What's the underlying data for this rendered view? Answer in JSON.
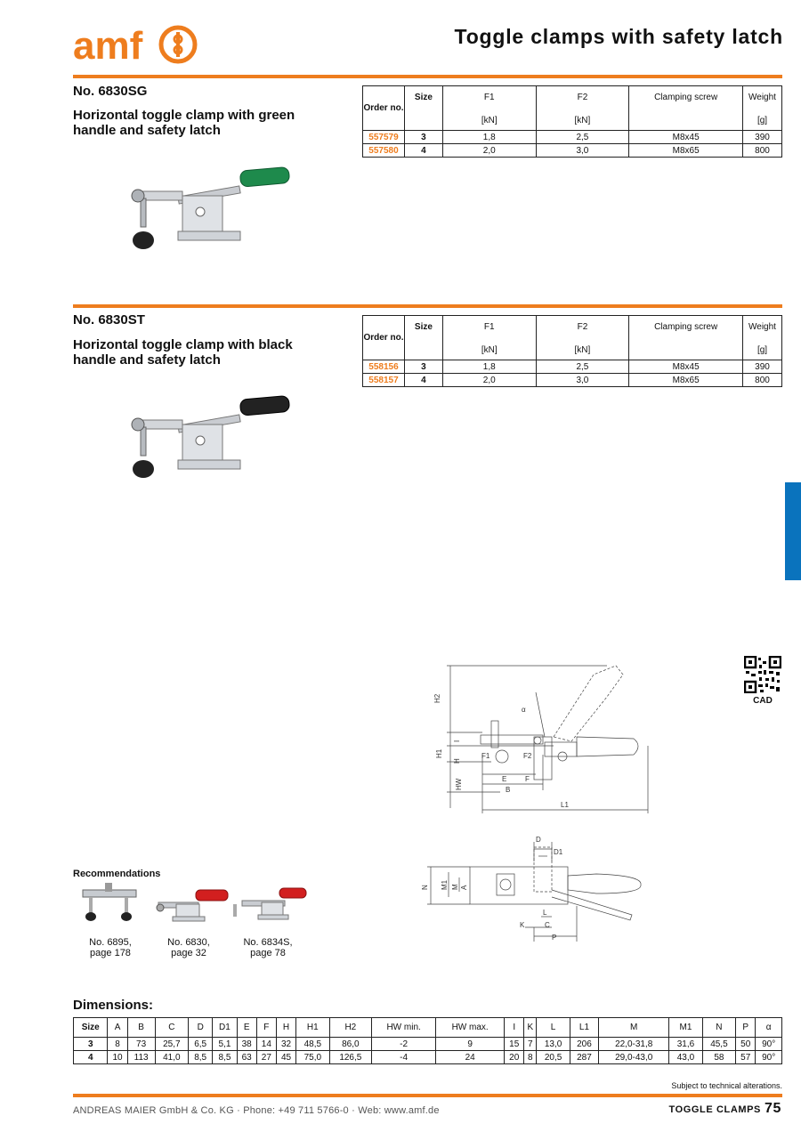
{
  "header": {
    "logo_text": "amf",
    "title": "Toggle clamps with safety latch"
  },
  "product_sg": {
    "number": "No. 6830SG",
    "description": "Horizontal toggle clamp with green handle and safety latch",
    "handle_color": "#1e8a4c",
    "table": {
      "headers": {
        "order": "Order no.",
        "size": "Size",
        "f1": "F1",
        "f2": "F2",
        "screw": "Clamping screw",
        "weight": "Weight"
      },
      "units": {
        "f1": "[kN]",
        "f2": "[kN]",
        "weight": "[g]"
      },
      "rows": [
        {
          "order": "557579",
          "size": "3",
          "f1": "1,8",
          "f2": "2,5",
          "screw": "M8x45",
          "weight": "390"
        },
        {
          "order": "557580",
          "size": "4",
          "f1": "2,0",
          "f2": "3,0",
          "screw": "M8x65",
          "weight": "800"
        }
      ]
    }
  },
  "product_st": {
    "number": "No. 6830ST",
    "description": "Horizontal toggle clamp with black handle and safety latch",
    "handle_color": "#222222",
    "table": {
      "headers": {
        "order": "Order no.",
        "size": "Size",
        "f1": "F1",
        "f2": "F2",
        "screw": "Clamping screw",
        "weight": "Weight"
      },
      "units": {
        "f1": "[kN]",
        "f2": "[kN]",
        "weight": "[g]"
      },
      "rows": [
        {
          "order": "558156",
          "size": "3",
          "f1": "1,8",
          "f2": "2,5",
          "screw": "M8x45",
          "weight": "390"
        },
        {
          "order": "558157",
          "size": "4",
          "f1": "2,0",
          "f2": "3,0",
          "screw": "M8x65",
          "weight": "800"
        }
      ]
    }
  },
  "cad": {
    "label": "CAD"
  },
  "drawing_labels": {
    "side": [
      "H2",
      "H1",
      "H",
      "I",
      "HW",
      "E",
      "F",
      "B",
      "L1",
      "F1",
      "F2",
      "α"
    ],
    "top": [
      "D",
      "D1",
      "N",
      "M1",
      "M",
      "A",
      "L",
      "K",
      "C",
      "P"
    ]
  },
  "recommendations": {
    "title": "Recommendations",
    "items": [
      {
        "caption_line1": "No. 6895,",
        "caption_line2": "page 178"
      },
      {
        "caption_line1": "No. 6830,",
        "caption_line2": "page 32"
      },
      {
        "caption_line1": "No. 6834S,",
        "caption_line2": "page 78"
      }
    ]
  },
  "dimensions": {
    "title": "Dimensions:",
    "headers": [
      "Size",
      "A",
      "B",
      "C",
      "D",
      "D1",
      "E",
      "F",
      "H",
      "H1",
      "H2",
      "HW min.",
      "HW max.",
      "I",
      "K",
      "L",
      "L1",
      "M",
      "M1",
      "N",
      "P",
      "α"
    ],
    "rows": [
      [
        "3",
        "8",
        "73",
        "25,7",
        "6,5",
        "5,1",
        "38",
        "14",
        "32",
        "48,5",
        "86,0",
        "-2",
        "9",
        "15",
        "7",
        "13,0",
        "206",
        "22,0-31,8",
        "31,6",
        "45,5",
        "50",
        "90°"
      ],
      [
        "4",
        "10",
        "113",
        "41,0",
        "8,5",
        "8,5",
        "63",
        "27",
        "45",
        "75,0",
        "126,5",
        "-4",
        "24",
        "20",
        "8",
        "20,5",
        "287",
        "29,0-43,0",
        "43,0",
        "58",
        "57",
        "90°"
      ]
    ]
  },
  "footer": {
    "note": "Subject to technical alterations.",
    "company": "ANDREAS MAIER GmbH & Co. KG  ·  Phone: +49 711 5766-0  ·  Web: www.amf.de",
    "section": "TOGGLE CLAMPS",
    "page": "75"
  },
  "colors": {
    "accent": "#ee7d1e",
    "side_tab": "#0a73bd"
  }
}
